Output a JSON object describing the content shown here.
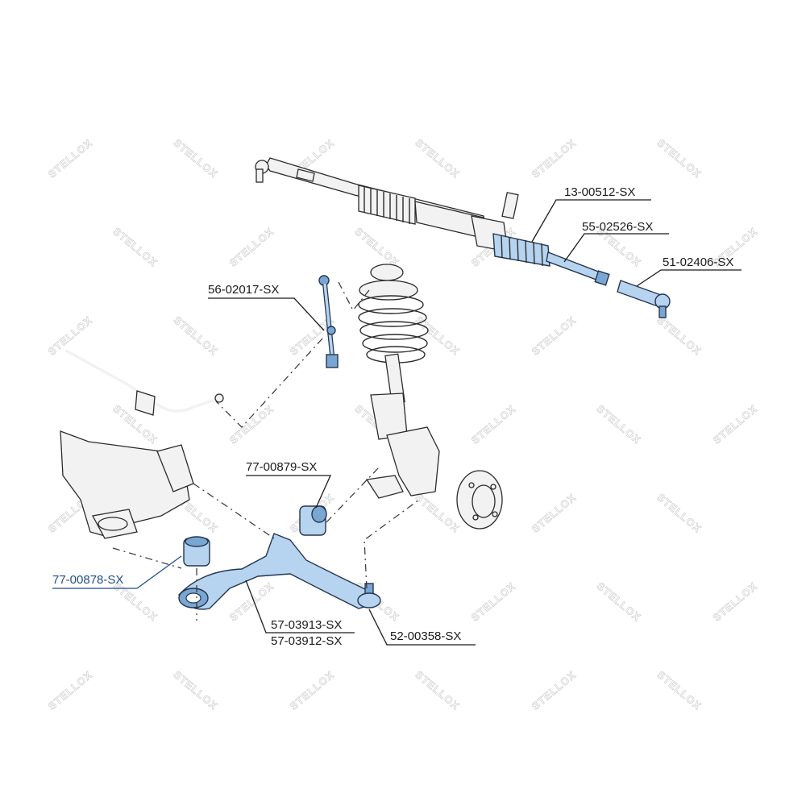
{
  "diagram": {
    "watermark_text": "STELLOX",
    "colors": {
      "part_highlight": "#b6d3ef",
      "part_highlight_dark": "#7aa6d3",
      "outline": "#2b2b2b",
      "callout_highlight": "#1f4e8c"
    },
    "callouts": {
      "steering_rack": "13-00512-SX",
      "inner_tie_rod": "55-02526-SX",
      "outer_tie_rod_end": "51-02406-SX",
      "stabilizer_link": "56-02017-SX",
      "rear_bushing": "77-00879-SX",
      "front_bushing": "77-00878-SX",
      "control_arm_a": "57-03913-SX",
      "control_arm_b": "57-03912-SX",
      "ball_joint": "52-00358-SX"
    }
  }
}
